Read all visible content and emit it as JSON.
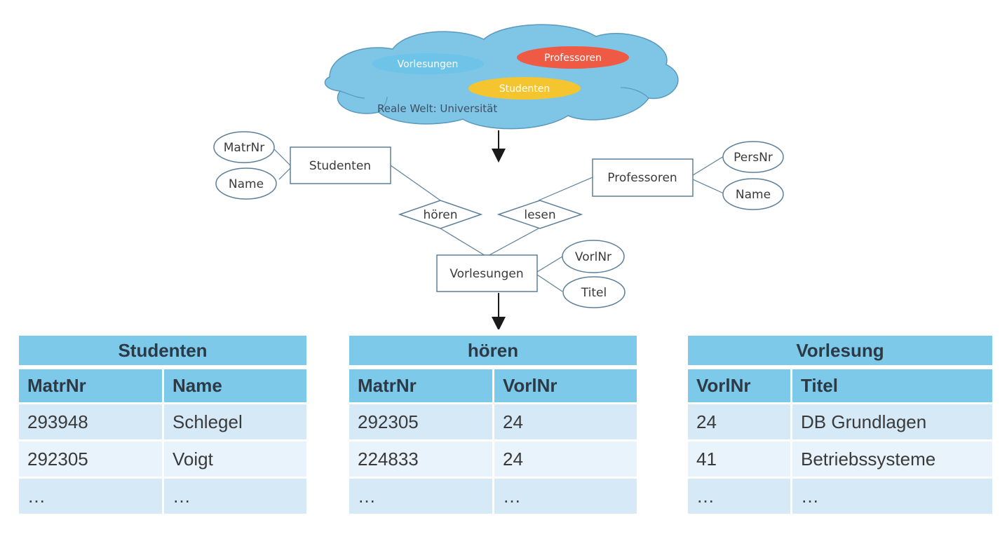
{
  "cloud": {
    "world_label": "Reale Welt: Universität",
    "entities": [
      {
        "label": "Vorlesungen",
        "color": "#6ec3e8"
      },
      {
        "label": "Professoren",
        "color": "#ee5a44"
      },
      {
        "label": "Studenten",
        "color": "#f5c52f"
      }
    ],
    "fill_color": "#7fc6e6",
    "outline_color": "#5a98bf"
  },
  "er": {
    "entities": {
      "studenten": "Studenten",
      "professoren": "Professoren",
      "vorlesungen": "Vorlesungen"
    },
    "relationships": {
      "hoeren": "hören",
      "lesen": "lesen"
    },
    "attributes": {
      "studenten_matrnr": "MatrNr",
      "studenten_name": "Name",
      "professoren_persnr": "PersNr",
      "professoren_name": "Name",
      "vorlesungen_vorlnr": "VorlNr",
      "vorlesungen_titel": "Titel"
    },
    "line_color": "#5d7f99"
  },
  "tables": [
    {
      "title": "Studenten",
      "columns": [
        "MatrNr",
        "Name"
      ],
      "rows": [
        [
          "293948",
          "Schlegel"
        ],
        [
          "292305",
          "Voigt"
        ],
        [
          "…",
          "…"
        ]
      ]
    },
    {
      "title": "hören",
      "columns": [
        "MatrNr",
        "VorlNr"
      ],
      "rows": [
        [
          "292305",
          "24"
        ],
        [
          "224833",
          "24"
        ],
        [
          "…",
          "…"
        ]
      ]
    },
    {
      "title": "Vorlesung",
      "columns": [
        "VorlNr",
        "Titel"
      ],
      "rows": [
        [
          "24",
          "DB Grundlagen"
        ],
        [
          "41",
          "Betriebssysteme"
        ],
        [
          "…",
          "…"
        ]
      ]
    }
  ],
  "colors": {
    "table_header": "#7dc9e9",
    "row_odd": "#d5e9f6",
    "row_even": "#e9f3fb"
  }
}
